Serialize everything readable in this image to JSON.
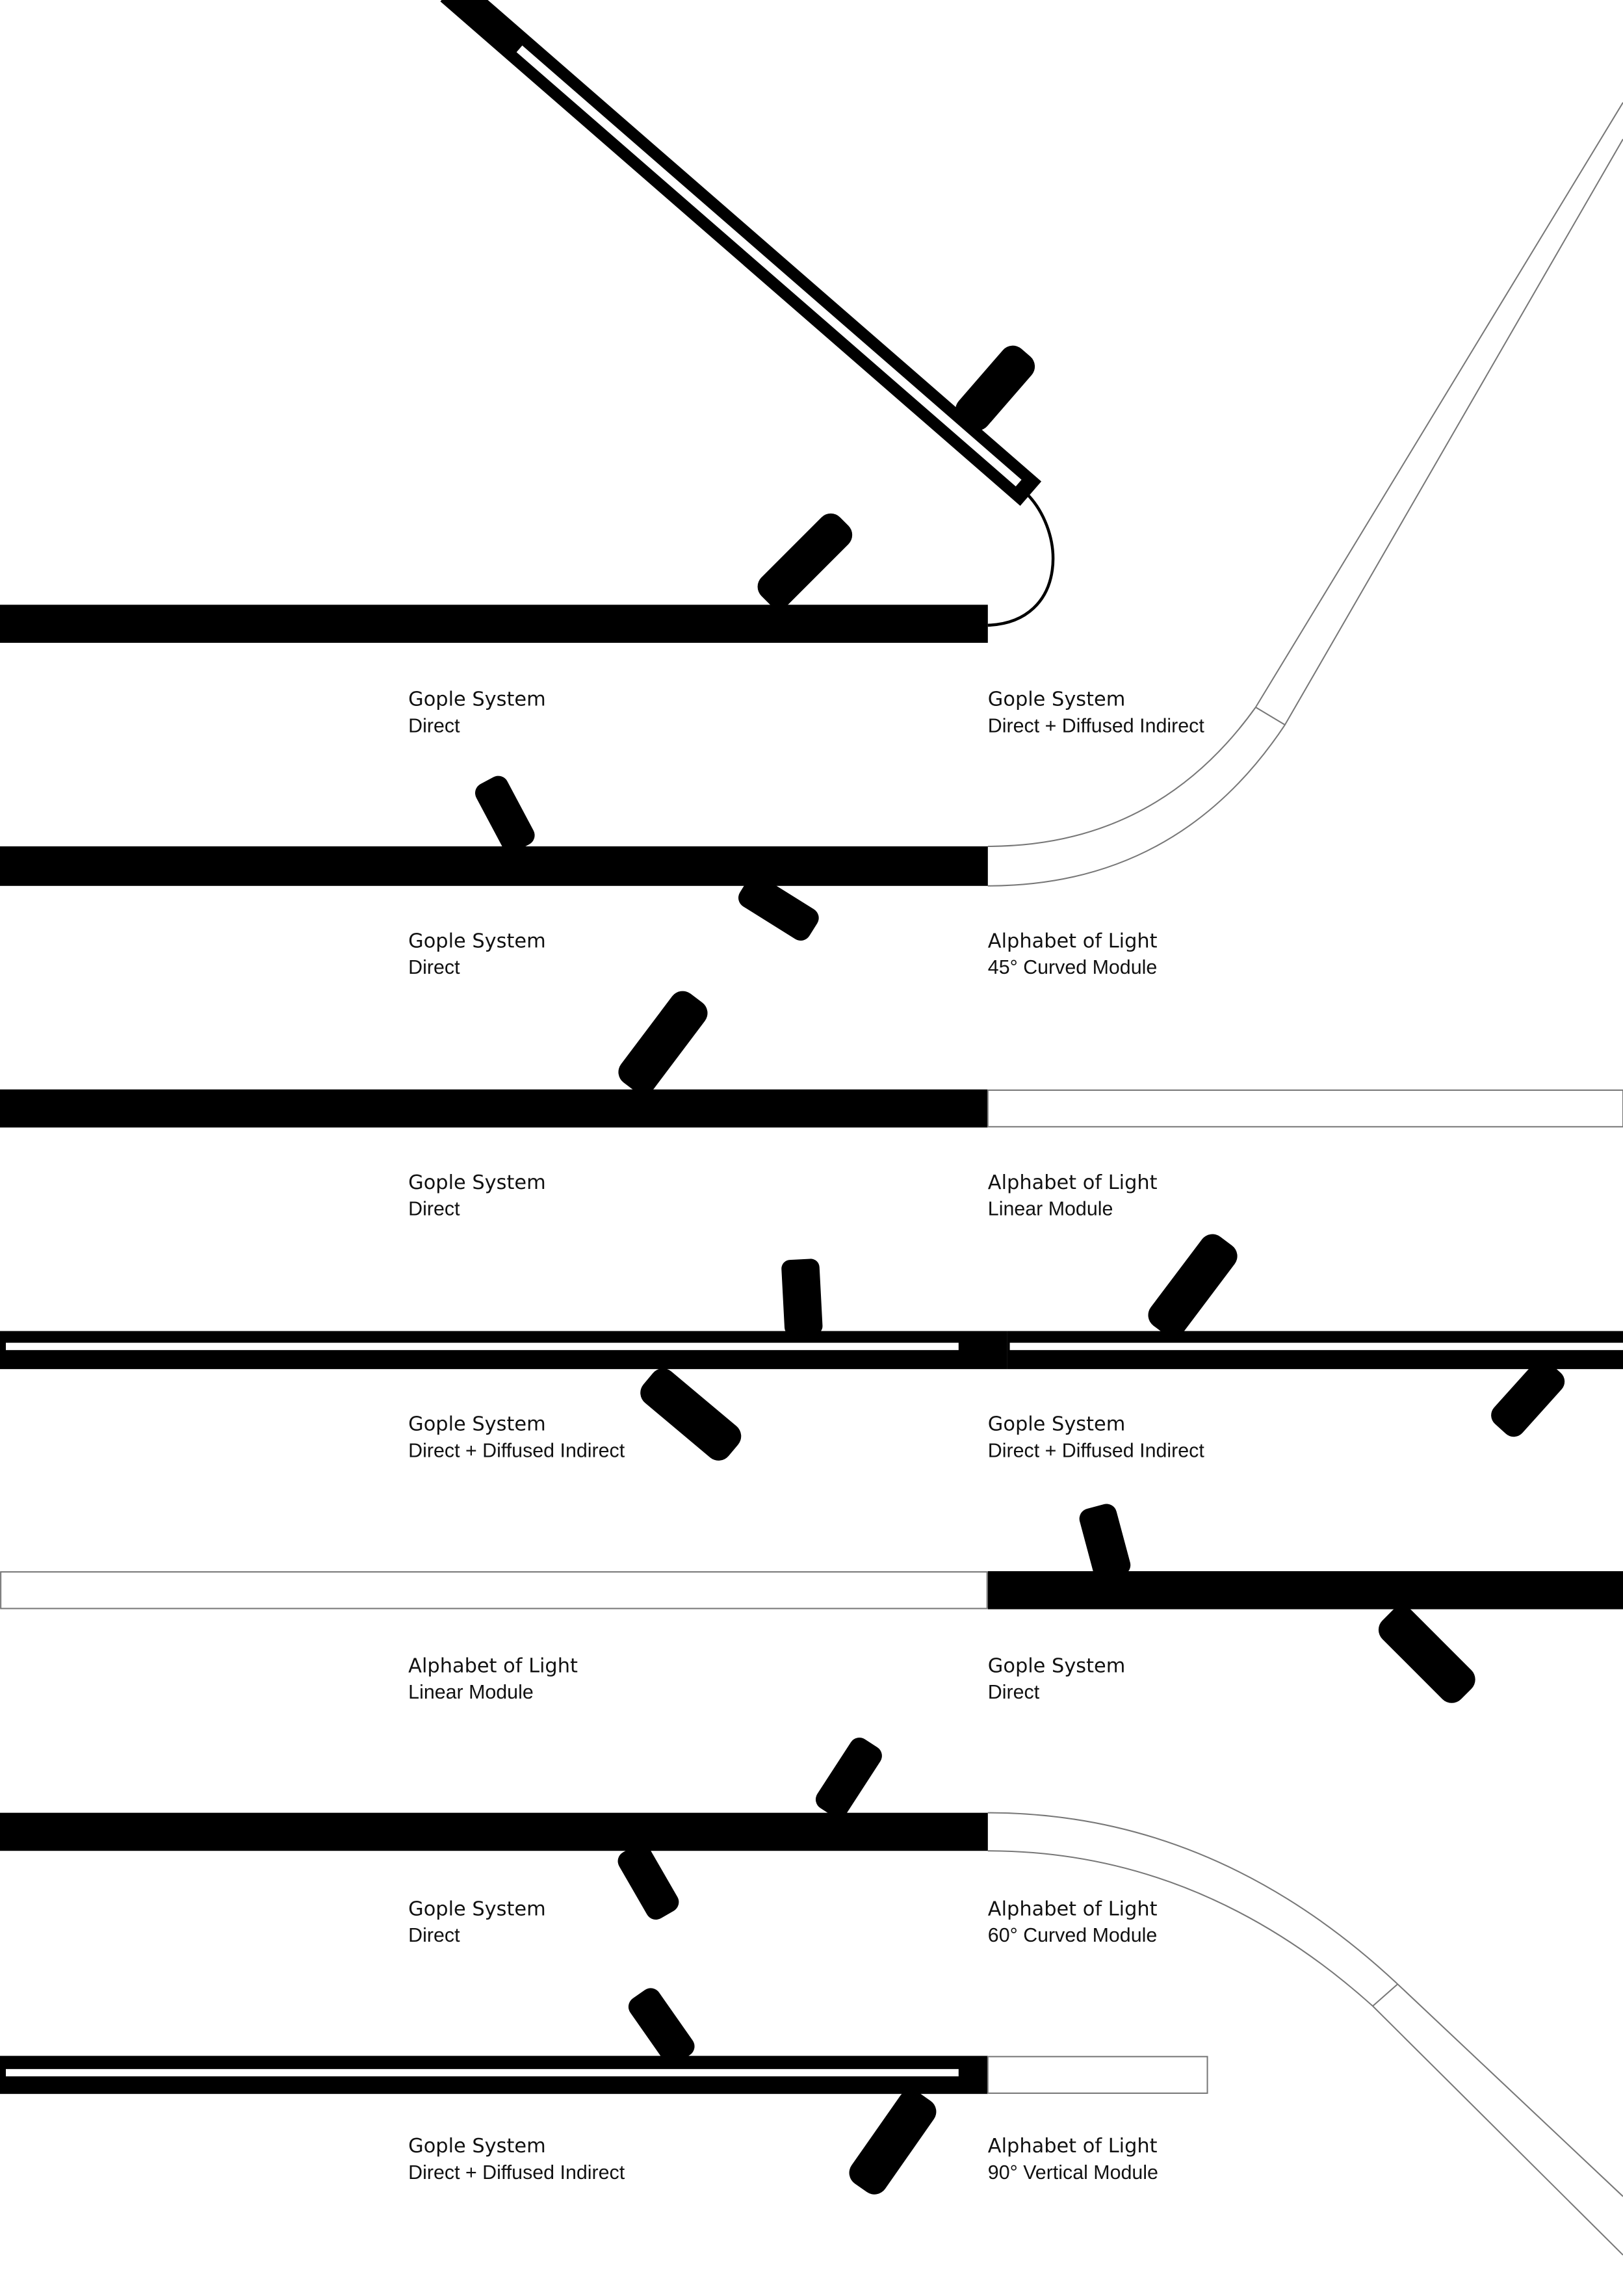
{
  "colors": {
    "fixture": "#000000",
    "module_outline": "#777777",
    "background": "#ffffff"
  },
  "labels": [
    {
      "title": "Gople System",
      "subtitle": "Direct"
    },
    {
      "title": "Gople System",
      "subtitle": "Direct + Diffused Indirect"
    },
    {
      "title": "Gople System",
      "subtitle": "Direct"
    },
    {
      "title": "Alphabet of Light",
      "subtitle": "45° Curved Module"
    },
    {
      "title": "Gople System",
      "subtitle": "Direct"
    },
    {
      "title": "Alphabet of Light",
      "subtitle": "Linear Module"
    },
    {
      "title": "Gople System",
      "subtitle": "Direct + Diffused Indirect"
    },
    {
      "title": "Gople System",
      "subtitle": "Direct + Diffused Indirect"
    },
    {
      "title": "Alphabet of Light",
      "subtitle": "Linear Module"
    },
    {
      "title": "Gople System",
      "subtitle": "Direct"
    },
    {
      "title": "Gople System",
      "subtitle": "Direct"
    },
    {
      "title": "Alphabet of Light",
      "subtitle": "60° Curved Module"
    },
    {
      "title": "Gople System",
      "subtitle": "Direct + Diffused Indirect"
    },
    {
      "title": "Alphabet of Light",
      "subtitle": "90° Vertical Module"
    }
  ]
}
